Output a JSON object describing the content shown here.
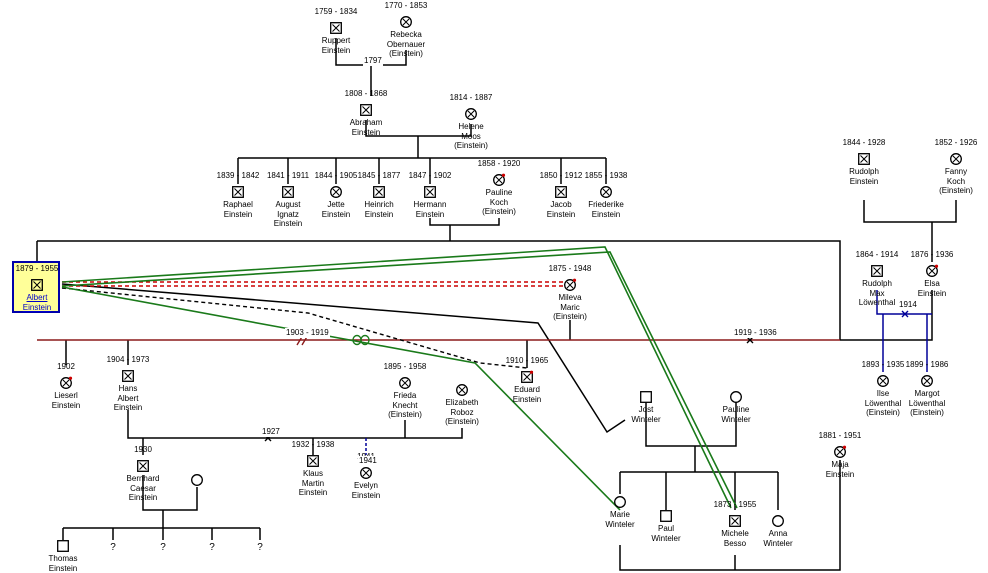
{
  "persons": {
    "ruppert": {
      "dates": "1759 - 1834",
      "name": "Ruppert\nEinstein",
      "sex": "m"
    },
    "rebecka": {
      "dates": "1770 - 1853",
      "name": "Rebecka\nObernauer\n(Einstein)",
      "sex": "f"
    },
    "abraham": {
      "dates": "1808 - 1868",
      "name": "Abraham\nEinstein",
      "sex": "m"
    },
    "helene": {
      "dates": "1814 - 1887",
      "name": "Helene\nMoos\n(Einstein)",
      "sex": "f"
    },
    "raphael": {
      "dates": "1839 - 1842",
      "name": "Raphael\nEinstein",
      "sex": "m"
    },
    "august": {
      "dates": "1841 - 1911",
      "name": "August\nIgnatz\nEinstein",
      "sex": "m"
    },
    "jette": {
      "dates": "1844 - 1905",
      "name": "Jette\nEinstein",
      "sex": "f"
    },
    "heinrich": {
      "dates": "1845 - 1877",
      "name": "Heinrich\nEinstein",
      "sex": "m"
    },
    "hermann": {
      "dates": "1847 - 1902",
      "name": "Hermann\nEinstein",
      "sex": "m"
    },
    "pauline_k": {
      "dates": "1858 - 1920",
      "name": "Pauline\nKoch\n(Einstein)",
      "sex": "f"
    },
    "jacob": {
      "dates": "1850 - 1912",
      "name": "Jacob\nEinstein",
      "sex": "m"
    },
    "friederike": {
      "dates": "1855 - 1938",
      "name": "Friederike\nEinstein",
      "sex": "f"
    },
    "rudolph": {
      "dates": "1844 - 1928",
      "name": "Rudolph\nEinstein",
      "sex": "m"
    },
    "fanny": {
      "dates": "1852 - 1926",
      "name": "Fanny\nKoch\n(Einstein)",
      "sex": "f"
    },
    "albert": {
      "dates": "1879 - 1955",
      "name": "Albert\nEinstein",
      "sex": "m"
    },
    "mileva": {
      "dates": "1875 - 1948",
      "name": "Mileva\nMaric\n(Einstein)",
      "sex": "f"
    },
    "rudolph_max": {
      "dates": "1864 - 1914",
      "name": "Rudolph\nMax\nLöwenthal",
      "sex": "m"
    },
    "elsa": {
      "dates": "1876 - 1936",
      "name": "Elsa\nEinstein",
      "sex": "f"
    },
    "lieserl": {
      "dates": "1902",
      "name": "Lieserl\nEinstein",
      "sex": "f"
    },
    "hans_albert": {
      "dates": "1904 - 1973",
      "name": "Hans\nAlbert\nEinstein",
      "sex": "m"
    },
    "frieda": {
      "dates": "1895 - 1958",
      "name": "Frieda\nKnecht\n(Einstein)",
      "sex": "f"
    },
    "elizabeth": {
      "dates": "",
      "name": "Elizabeth\nRoboz\n(Einstein)",
      "sex": "f"
    },
    "eduard": {
      "dates": "1910 - 1965",
      "name": "Eduard\nEinstein",
      "sex": "m"
    },
    "jost": {
      "dates": "",
      "name": "Jost\nWinteler",
      "sex": "m"
    },
    "pauline_w": {
      "dates": "",
      "name": "Pauline\nWinteler",
      "sex": "f"
    },
    "ilse": {
      "dates": "1893 - 1935",
      "name": "Ilse\nLöwenthal\n(Einstein)",
      "sex": "f"
    },
    "margot": {
      "dates": "1899 - 1986",
      "name": "Margot\nLöwenthal\n(Einstein)",
      "sex": "f"
    },
    "maja": {
      "dates": "1881 - 1951",
      "name": "Maja\nEinstein",
      "sex": "f"
    },
    "bernhard": {
      "dates": "1930",
      "name": "Bernhard\nCaesar\nEinstein",
      "sex": "m"
    },
    "bernhard_wife": {
      "dates": "",
      "name": "",
      "sex": "f"
    },
    "klaus": {
      "dates": "1932 - 1938",
      "name": "Klaus\nMartin\nEinstein",
      "sex": "m"
    },
    "evelyn": {
      "dates": "1941",
      "name": "Evelyn\nEinstein",
      "sex": "f"
    },
    "marie": {
      "dates": "",
      "name": "Marie\nWinteler",
      "sex": "f"
    },
    "paul": {
      "dates": "",
      "name": "Paul\nWinteler",
      "sex": "m"
    },
    "michele": {
      "dates": "1873 - 1955",
      "name": "Michele\nBesso",
      "sex": "m"
    },
    "anna": {
      "dates": "",
      "name": "Anna\nWinteler",
      "sex": "f"
    },
    "thomas": {
      "dates": "",
      "name": "Thomas\nEinstein",
      "sex": "m"
    },
    "q1": {
      "mark": "?"
    },
    "q2": {
      "mark": "?"
    },
    "q3": {
      "mark": "?"
    },
    "q4": {
      "mark": "?"
    }
  },
  "labels": {
    "m1797": "1797",
    "m1903": "1903 - 1919",
    "m1919": "1919 - 1936",
    "m1914": "1914",
    "m1927": "1927",
    "m1941": "1941"
  },
  "colors": {
    "line": "#000000",
    "marriage_albert": "#8b1a1a",
    "friendship": "#1a7a1a",
    "love_dashed": "#cc0000",
    "divorce_blue": "#000099",
    "highlight_fill": "#ffff99",
    "highlight_border": "#0000aa",
    "deceased_dot": "#cc0000"
  }
}
